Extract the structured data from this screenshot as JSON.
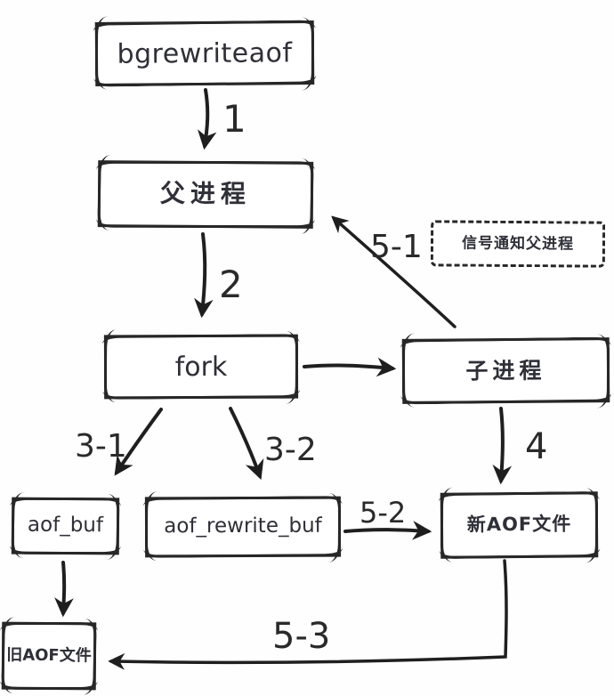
{
  "diagram": {
    "description": "Redis bgrewriteaof AOF rewrite process flowchart, hand-drawn style",
    "colors": {
      "stroke": "#272727",
      "background": "#ffffff",
      "text": "#2f2f38"
    },
    "nodes": {
      "bgrewriteaof": {
        "label": "bgrewriteaof",
        "style": "solid"
      },
      "parent": {
        "label": "父进程",
        "style": "solid"
      },
      "fork": {
        "label": "fork",
        "style": "solid"
      },
      "child": {
        "label": "子进程",
        "style": "solid"
      },
      "signal": {
        "label": "信号通知父进程",
        "style": "dashed"
      },
      "aof_buf": {
        "label": "aof_buf",
        "style": "solid"
      },
      "aof_rewrite_buf": {
        "label": "aof_rewrite_buf",
        "style": "solid"
      },
      "new_aof": {
        "label": "新AOF文件",
        "style": "solid"
      },
      "old_aof": {
        "label": "旧AOF文件",
        "style": "solid"
      }
    },
    "edges": [
      {
        "from": "bgrewriteaof",
        "to": "parent",
        "label": "1"
      },
      {
        "from": "parent",
        "to": "fork",
        "label": "2"
      },
      {
        "from": "fork",
        "to": "aof_buf",
        "label": "3-1"
      },
      {
        "from": "fork",
        "to": "aof_rewrite_buf",
        "label": "3-2"
      },
      {
        "from": "fork",
        "to": "child",
        "label": ""
      },
      {
        "from": "child",
        "to": "new_aof",
        "label": "4"
      },
      {
        "from": "child",
        "to": "parent",
        "label": "5-1"
      },
      {
        "from": "aof_rewrite_buf",
        "to": "new_aof",
        "label": "5-2"
      },
      {
        "from": "new_aof",
        "to": "old_aof",
        "label": "5-3"
      },
      {
        "from": "aof_buf",
        "to": "old_aof",
        "label": ""
      }
    ]
  }
}
